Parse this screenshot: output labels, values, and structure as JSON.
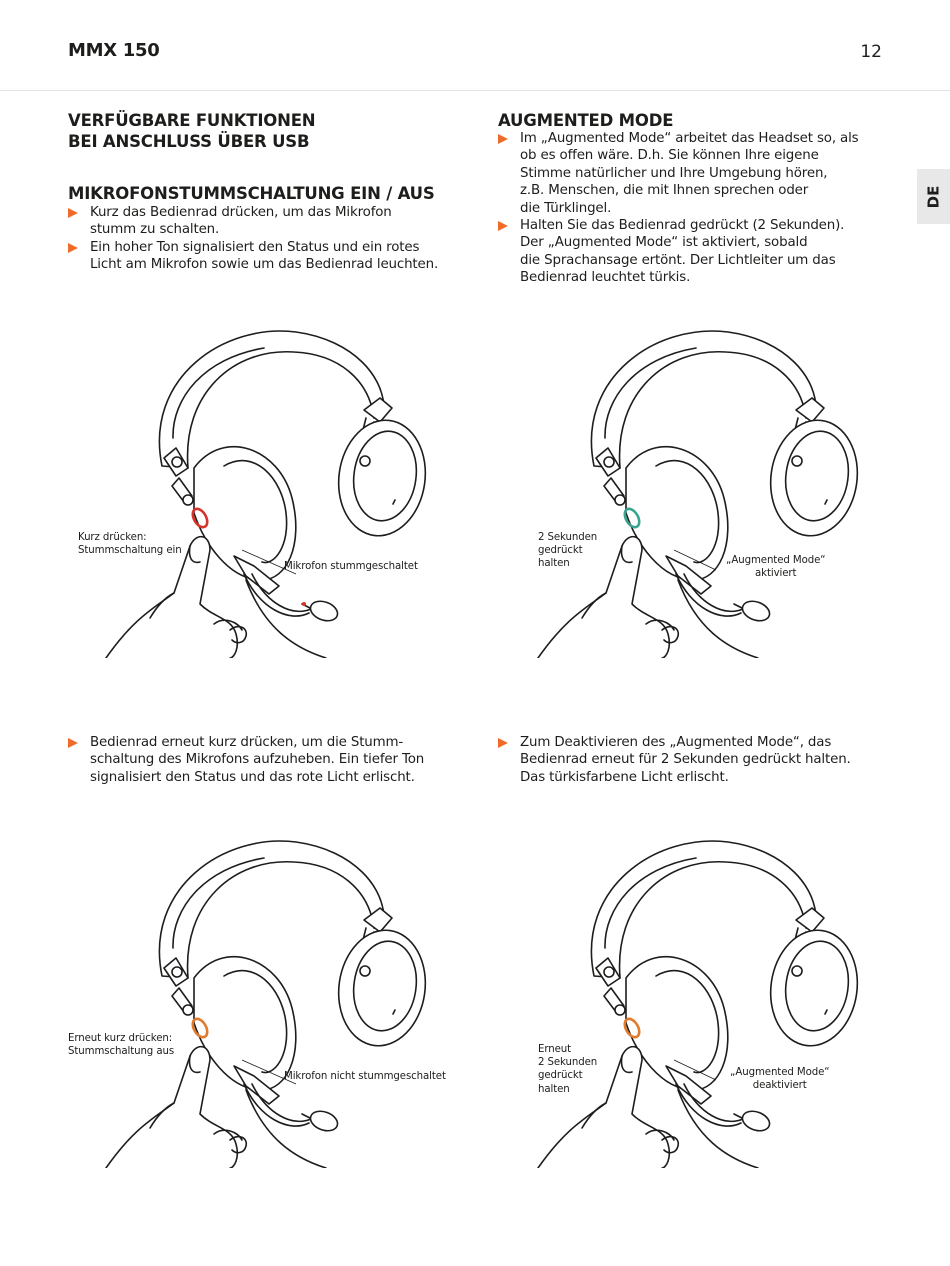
{
  "header": {
    "title": "MMX 150",
    "page_number": "12"
  },
  "language_tab": "DE",
  "left_column": {
    "heading_usb": "VERFÜGBARE FUNKTIONEN\nBEI ANSCHLUSS ÜBER USB",
    "heading_mute": "MIKROFONSTUMMSCHALTUNG EIN / AUS",
    "mute_bullets": [
      "Kurz das Bedienrad drücken, um das Mikrofon\nstumm zu schalten.",
      "Ein hoher Ton signalisiert den Status und ein rotes\nLicht am Mikrofon sowie um das Bedienrad leuchten."
    ],
    "unmute_bullets": [
      "Bedienrad erneut kurz drücken, um die Stumm-\nschaltung des Mikrofons aufzuheben. Ein tiefer Ton\nsignalisiert den Status und das rote Licht erlischt."
    ]
  },
  "right_column": {
    "heading_augmented": "AUGMENTED MODE",
    "augmented_bullets": [
      "Im „Augmented Mode“ arbeitet das Headset so, als\nob es offen wäre. D.h. Sie können Ihre eigene\nStimme natürlicher und Ihre Umgebung hören,\nz.B. Menschen, die mit Ihnen sprechen oder\ndie Türklingel.",
      "Halten Sie das Bedienrad gedrückt (2 Sekunden).\nDer „Augmented Mode“ ist aktiviert, sobald\ndie Sprachansage ertönt. Der Lichtleiter um das\nBedienrad leuchtet türkis."
    ],
    "deactivate_bullets": [
      "Zum Deaktivieren des „Augmented Mode“, das\nBedienrad erneut für 2 Sekunden gedrückt halten.\nDas türkisfarbene Licht erlischt."
    ]
  },
  "illustrations": {
    "mute_on": {
      "press_label": "Kurz drücken:\nStummschaltung ein",
      "mic_label": "Mikrofon stummgeschaltet",
      "light_color": "#d8332a"
    },
    "augmented_on": {
      "press_label": "2 Sekunden\ngedrückt\nhalten",
      "mic_label": "„Augmented Mode“\naktiviert",
      "light_color": "#3aa58f"
    },
    "mute_off": {
      "press_label": "Erneut kurz drücken:\nStummschaltung aus",
      "mic_label": "Mikrofon nicht stummgeschaltet",
      "light_color": "#e07a2c"
    },
    "augmented_off": {
      "press_label": "Erneut\n2 Sekunden\ngedrückt\nhalten",
      "mic_label": "„Augmented Mode“\ndeaktiviert",
      "light_color": "#e07a2c"
    }
  },
  "colors": {
    "accent": "#ee6b2a",
    "text": "#1d1d1b"
  }
}
